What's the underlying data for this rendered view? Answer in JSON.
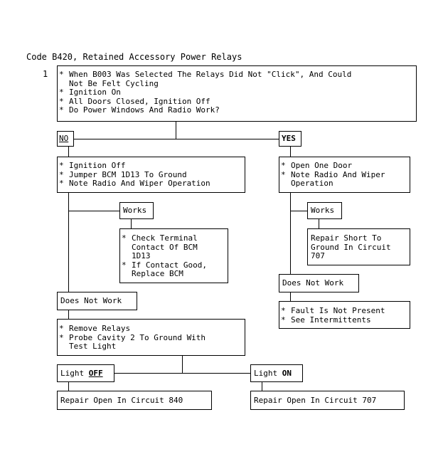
{
  "title": "Code B420, Retained Accessory Power Relays",
  "step_number": "1",
  "step1": {
    "lines": [
      "When B003 Was Selected The Relays Did Not \"Click\", And Could\nNot Be Felt Cycling",
      "Ignition On",
      "All Doors Closed, Ignition Off",
      "Do Power Windows And Radio Work?"
    ]
  },
  "no_label": "NO",
  "yes_label": "YES",
  "no_branch": {
    "action_lines": [
      "Ignition Off",
      "Jumper BCM 1D13 To Ground",
      "Note Radio And Wiper Operation"
    ],
    "works_label": "Works",
    "works_result_lines": [
      "Check Terminal\nContact Of BCM\n1D13",
      "If Contact Good,\nReplace BCM"
    ],
    "does_not_work_label": "Does Not Work",
    "dnw_action_lines": [
      "Remove Relays",
      "Probe Cavity 2 To Ground With\nTest Light"
    ],
    "light_off_prefix": "Light ",
    "light_off_state": "OFF",
    "light_off_result": "Repair Open In Circuit 840",
    "light_on_prefix": "Light ",
    "light_on_state": "ON",
    "light_on_result": "Repair Open In Circuit 707"
  },
  "yes_branch": {
    "action_lines": [
      "Open One Door",
      "Note Radio And Wiper\nOperation"
    ],
    "works_label": "Works",
    "works_result": "Repair Short To\nGround In Circuit\n707",
    "does_not_work_label": "Does Not Work",
    "dnw_result_lines": [
      "Fault Is Not Present",
      "See Intermittents"
    ]
  }
}
